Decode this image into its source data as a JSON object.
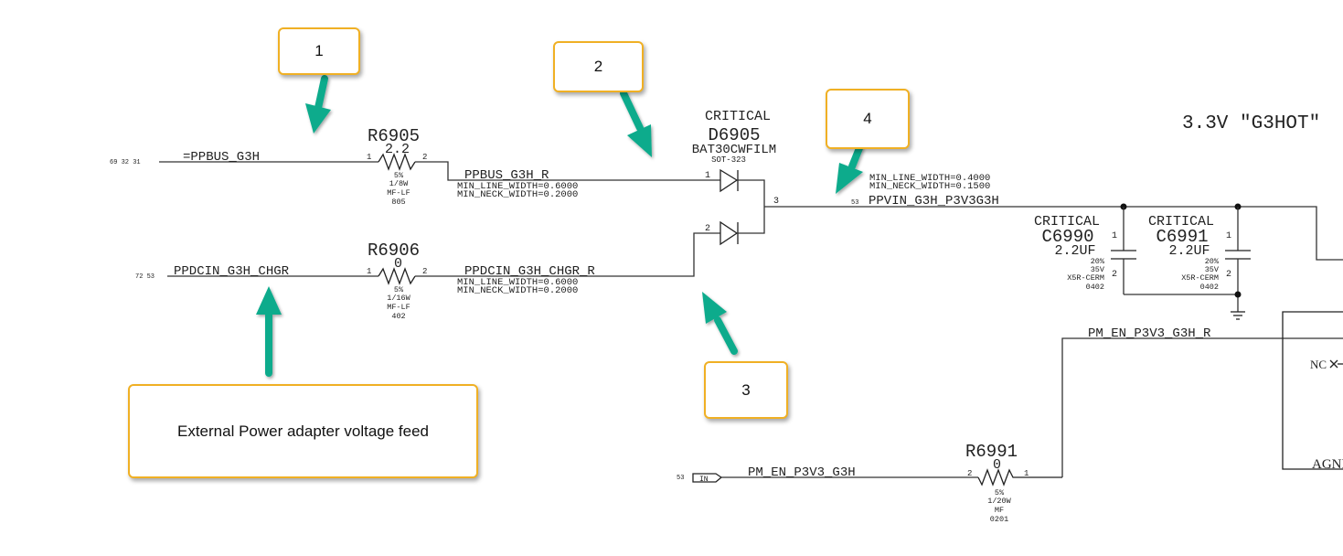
{
  "title": "3.3V \"G3HOT\"",
  "nets": {
    "ppbus_g3h": {
      "name": "=PPBUS_G3H",
      "refs": "69 32 31"
    },
    "ppdcin_g3h_chgr": {
      "name": "PPDCIN_G3H_CHGR",
      "refs": "72 53"
    },
    "ppbus_g3h_r": {
      "name": "PPBUS_G3H_R",
      "min_line": "MIN_LINE_WIDTH=0.6000",
      "min_neck": "MIN_NECK_WIDTH=0.2000"
    },
    "ppdcin_g3h_chgr_r": {
      "name": "PPDCIN_G3H_CHGR_R",
      "min_line": "MIN_LINE_WIDTH=0.6000",
      "min_neck": "MIN_NECK_WIDTH=0.2000"
    },
    "ppvin_g3h_p3v3g3h": {
      "name": "PPVIN_G3H_P3V3G3H",
      "refs": "53",
      "min_line": "MIN_LINE_WIDTH=0.4000",
      "min_neck": "MIN_NECK_WIDTH=0.1500"
    },
    "pm_en_p3v3_g3h": {
      "name": "PM_EN_P3V3_G3H",
      "refs": "53",
      "port": "IN"
    },
    "pm_en_p3v3_g3h_r": {
      "name": "PM_EN_P3V3_G3H_R"
    }
  },
  "components": {
    "r6905": {
      "ref": "R6905",
      "value": "2.2",
      "tol": "5%",
      "power": "1/8W",
      "type": "MF-LF",
      "pkg": "805",
      "pin1": "1",
      "pin2": "2"
    },
    "r6906": {
      "ref": "R6906",
      "value": "0",
      "tol": "5%",
      "power": "1/16W",
      "type": "MF-LF",
      "pkg": "402",
      "pin1": "1",
      "pin2": "2"
    },
    "d6905": {
      "critical": "CRITICAL",
      "ref": "D6905",
      "part": "BAT30CWFILM",
      "pkg": "SOT-323",
      "pin1": "1",
      "pin2": "2",
      "pin3": "3"
    },
    "c6990": {
      "critical": "CRITICAL",
      "ref": "C6990",
      "value": "2.2UF",
      "tol": "20%",
      "voltage": "35V",
      "dielectric": "X5R-CERM",
      "pkg": "0402",
      "pin1": "1",
      "pin2": "2"
    },
    "c6991": {
      "critical": "CRITICAL",
      "ref": "C6991",
      "value": "2.2UF",
      "tol": "20%",
      "voltage": "35V",
      "dielectric": "X5R-CERM",
      "pkg": "0402",
      "pin1": "1",
      "pin2": "2"
    },
    "r6991": {
      "ref": "R6991",
      "value": "0",
      "tol": "5%",
      "power": "1/20W",
      "type": "MF",
      "pkg": "0201",
      "pin1": "1",
      "pin2": "2"
    },
    "ic": {
      "nc_label": "NC",
      "agnd_label": "AGND"
    }
  },
  "callouts": [
    {
      "label": "1"
    },
    {
      "label": "2"
    },
    {
      "label": "3"
    },
    {
      "label": "4"
    },
    {
      "label": "External Power adapter voltage feed"
    }
  ],
  "colors": {
    "arrow": "#0bab8c",
    "callout_border": "#f0b024",
    "wire": "#333333"
  }
}
